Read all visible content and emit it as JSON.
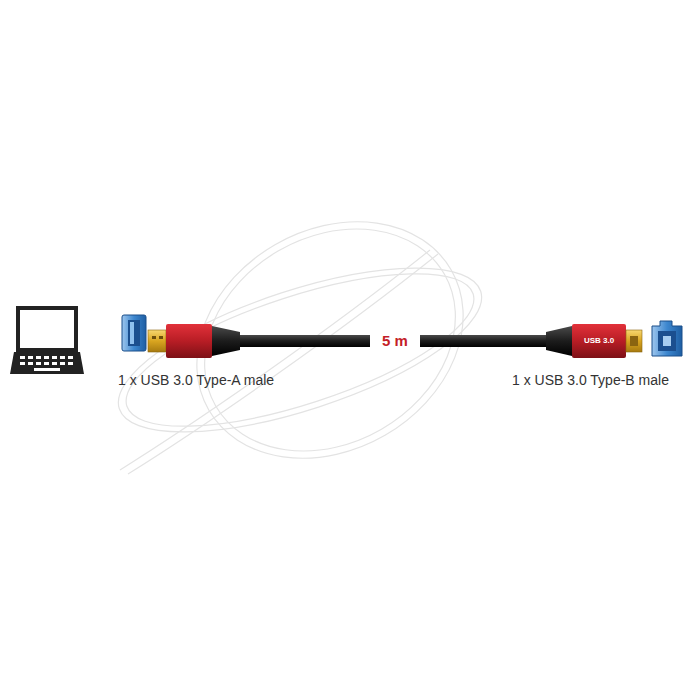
{
  "diagram": {
    "labels": [
      "1 x USB 3.0 Type-A male",
      "5 m",
      "USB 3.0",
      "1 x USB 3.0 Type-B male"
    ]
  }
}
